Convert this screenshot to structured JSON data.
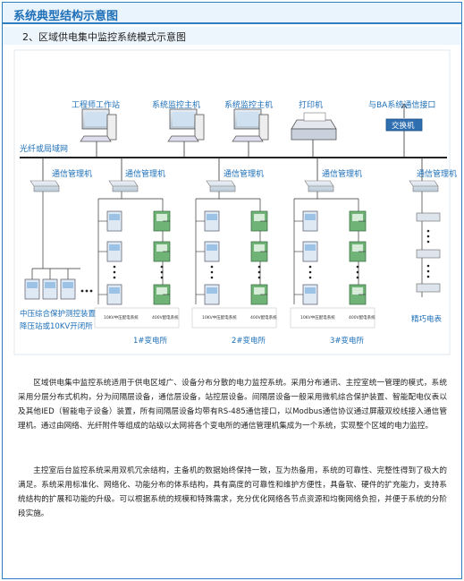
{
  "header": {
    "title": "系统典型结构示意图",
    "subtitle": "2、区域供电集中监控系统模式示意图"
  },
  "diagram": {
    "top_devices": {
      "engineer_station": "工程师工作站",
      "monitor_host_1": "系统监控主机",
      "monitor_host_2": "系统监控主机",
      "printer": "打印机",
      "ba_interface": "与BA系统通信接口",
      "switch": "交换机"
    },
    "network_label": "光纤或局域网",
    "comm_manager": "通信管理机",
    "substations": [
      "1#变电所",
      "2#变电所",
      "3#变电所"
    ],
    "sub_labels_left": "10KV中压配电系统",
    "sub_labels_right": "400V配电系统",
    "left_group": {
      "line1": "中压综合保护测控装置",
      "line2": "降压站或10KV开闭所"
    },
    "meter_label": "精巧电表"
  },
  "body": {
    "paragraph1": "区域供电集中监控系统适用于供电区域广、设备分布分散的电力监控系统。采用分布通讯、主控室统一管理的模式，系统采用分层分布式机构，分为间隔层设备，通信层设备，站控层设备。间隔层设备一般采用微机综合保护装置、智能配电仪表以及其他IED（智能电子设备）装置，所有间隔层设备均带有RS-485通信接口，以Modbus通信协议通过屏蔽双绞线接入通信管理机。通过由网络、光纤附件等组成的站级以太网将各个变电所的通信管理机集成为一个系统，实现整个区域的电力监控。",
    "paragraph2": "主控室后台监控系统采用双机冗余结构，主备机的数据始终保持一致，互为热备用，系统的可靠性、完整性得到了极大的满足。系统采用标准化、网络化、功能分布的体系结构，具有高度的可靠性和维护方便性，具备软、硬件的扩充能力，支持系统结构的扩展和功能的升级。可以根据系统的规模和特殊需求，充分优化网络各节点资源和均衡网络负担，并便于系统的分阶段实施。"
  },
  "colors": {
    "accent": "#2f7dc2",
    "title_text": "#1f6fb8",
    "panel_green": "#5fae6a"
  }
}
